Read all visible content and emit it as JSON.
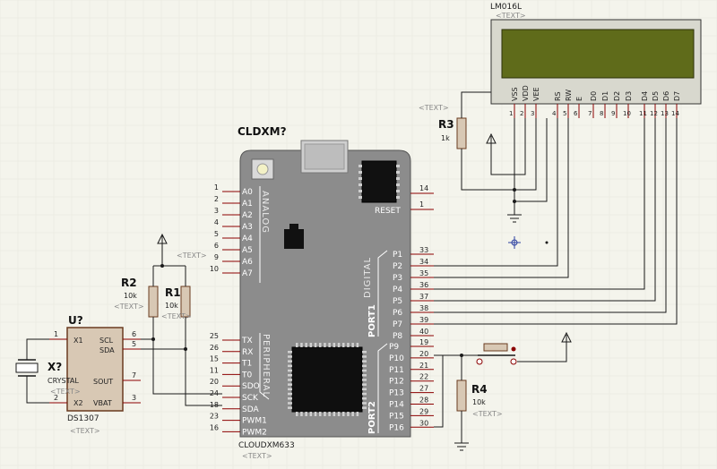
{
  "lcd": {
    "name": "LM016L",
    "text_tag": "<TEXT>",
    "pin_labels": [
      "VSS",
      "VDD",
      "VEE",
      "RS",
      "RW",
      "E",
      "D0",
      "D1",
      "D2",
      "D3",
      "D4",
      "D5",
      "D6",
      "D7"
    ],
    "pin_numbers": [
      "1",
      "2",
      "3",
      "4",
      "5",
      "6",
      "7",
      "8",
      "9",
      "10",
      "11",
      "12",
      "13",
      "14"
    ]
  },
  "r3": {
    "label": "R3",
    "value": "1k",
    "text_tag": "<TEXT>"
  },
  "mcu": {
    "title": "CLDXM?",
    "part": "CLOUDXM633",
    "text_tag": "<TEXT>",
    "analog_group": "ANALOG",
    "digital_group": "DIGITAL",
    "peripheral_group": "PERIPHERAL",
    "port1": "PORT1",
    "port2": "PORT2",
    "reset_label": "RESET",
    "analog_pins": [
      {
        "name": "A0",
        "num": "1"
      },
      {
        "name": "A1",
        "num": "2"
      },
      {
        "name": "A2",
        "num": "3"
      },
      {
        "name": "A3",
        "num": "4"
      },
      {
        "name": "A4",
        "num": "5"
      },
      {
        "name": "A5",
        "num": "6"
      },
      {
        "name": "A6",
        "num": "9"
      },
      {
        "name": "A7",
        "num": "10"
      }
    ],
    "periph_pins": [
      {
        "name": "TX",
        "num": "25"
      },
      {
        "name": "RX",
        "num": "26"
      },
      {
        "name": "T1",
        "num": "15"
      },
      {
        "name": "T0",
        "num": "11"
      },
      {
        "name": "SDO",
        "num": "20"
      },
      {
        "name": "SCK",
        "num": "24"
      },
      {
        "name": "SDA",
        "num": "18"
      },
      {
        "name": "PWM1",
        "num": "23"
      },
      {
        "name": "PWM2",
        "num": "16"
      }
    ],
    "right_top": [
      {
        "name": "",
        "num": "14"
      },
      {
        "name": "RESET",
        "num": "1"
      }
    ],
    "port1_pins": [
      {
        "name": "P1",
        "num": "33"
      },
      {
        "name": "P2",
        "num": "34"
      },
      {
        "name": "P3",
        "num": "35"
      },
      {
        "name": "P4",
        "num": "36"
      },
      {
        "name": "P5",
        "num": "37"
      },
      {
        "name": "P6",
        "num": "38"
      },
      {
        "name": "P7",
        "num": "39"
      },
      {
        "name": "P8",
        "num": "40"
      }
    ],
    "port2_pins": [
      {
        "name": "P9",
        "num": "19"
      },
      {
        "name": "P10",
        "num": "20"
      },
      {
        "name": "P11",
        "num": "21"
      },
      {
        "name": "P12",
        "num": "22"
      },
      {
        "name": "P13",
        "num": "27"
      },
      {
        "name": "P14",
        "num": "28"
      },
      {
        "name": "P15",
        "num": "29"
      },
      {
        "name": "P16",
        "num": "30"
      }
    ]
  },
  "ds1307": {
    "ref": "U?",
    "part": "DS1307",
    "text_tag": "<TEXT>",
    "pins": {
      "x1": "X1",
      "x2": "X2",
      "scl": "SCL",
      "sda": "SDA",
      "sout": "SOUT",
      "vbat": "VBAT"
    },
    "pin_numbers": {
      "x1": "1",
      "x2": "2",
      "scl": "6",
      "sda": "5",
      "sout": "7",
      "vbat": "3"
    }
  },
  "crystal": {
    "ref": "X?",
    "part": "CRYSTAL",
    "text_tag": "<TEXT>"
  },
  "r1": {
    "label": "R1",
    "value": "10k",
    "text_tag": "<TEXT>"
  },
  "r2": {
    "label": "R2",
    "value": "10k",
    "text_tag": "<TEXT>"
  },
  "r4": {
    "label": "R4",
    "value": "10k",
    "text_tag": "<TEXT>"
  },
  "power_text_tag": "<TEXT>",
  "colors": {
    "wire": "#1a1a1a",
    "pin": "#8b0000",
    "board": "#8c8c8c",
    "lcd_screen": "#5f6b1a",
    "background": "#f4f4ec"
  }
}
